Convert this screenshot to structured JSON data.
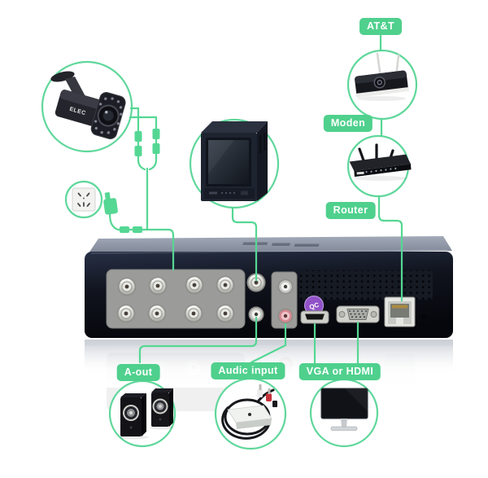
{
  "labels": {
    "isp": "AT&T",
    "modem": "Moden",
    "router": "Router",
    "audio_out": "A-out",
    "audio_in": "Audic input",
    "display_out": "VGA or HDMI"
  },
  "device_markings": {
    "camera_brand": "ELEC",
    "dvr_sticker": "QC"
  },
  "colors": {
    "accent_green": "#4fd08d",
    "line_green": "#55d794",
    "circle_green": "#5fd79b",
    "panel_gray": "#9b9c9a",
    "rca_pink": "#d4868f",
    "sticker_purple": "#9152c8",
    "dvr_front": "#0c0f18",
    "dvr_top": "#8b93a4",
    "label_text": "#ffffff"
  }
}
